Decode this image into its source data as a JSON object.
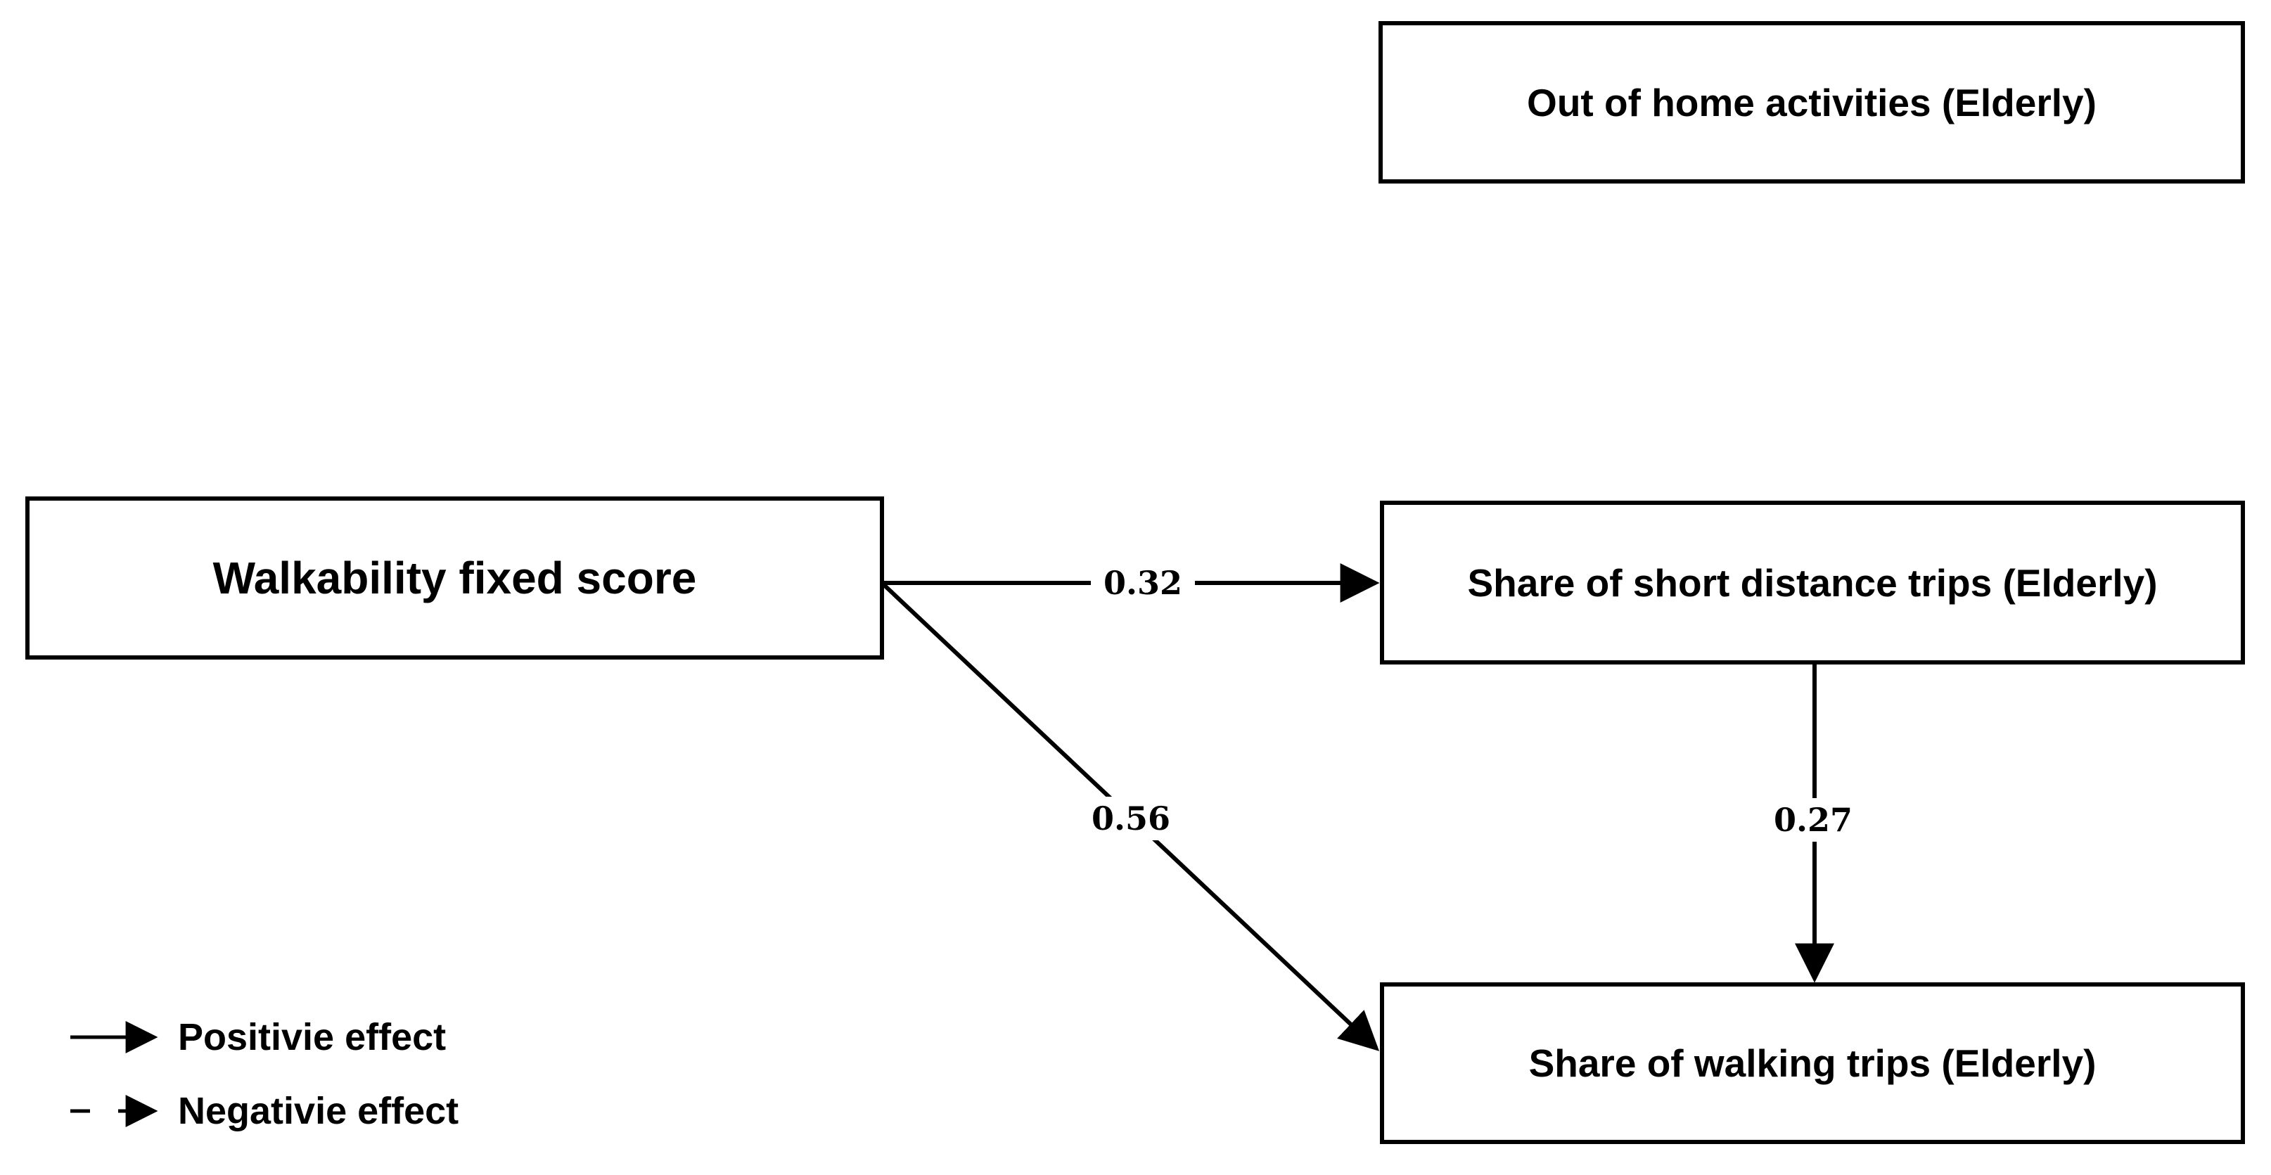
{
  "figure": {
    "background": "#ffffff",
    "ink_color": "#000000"
  },
  "nodes": {
    "out_of_home": {
      "label": "Out of home activities (Elderly)"
    },
    "walkability": {
      "label": "Walkability fixed score"
    },
    "short_trips": {
      "label": "Share of short distance trips (Elderly)"
    },
    "walking_trips": {
      "label": "Share of walking trips (Elderly)"
    }
  },
  "edges": {
    "walkability_to_short_trips": {
      "from": "Walkability fixed score",
      "to": "Share of short distance trips (Elderly)",
      "coefficient": "0.32",
      "line_style": "solid",
      "effect": "positive"
    },
    "walkability_to_walking_trips": {
      "from": "Walkability fixed score",
      "to": "Share of walking trips (Elderly)",
      "coefficient": "0.56",
      "line_style": "solid",
      "effect": "positive"
    },
    "short_trips_to_walking_trips": {
      "from": "Share of short distance trips (Elderly)",
      "to": "Share of walking trips (Elderly)",
      "coefficient": "0.27",
      "line_style": "solid",
      "effect": "positive"
    }
  },
  "legend": {
    "positive": {
      "label": "Positivie effect",
      "line_style": "solid"
    },
    "negative": {
      "label": "Negativie effect",
      "line_style": "dashed"
    }
  }
}
